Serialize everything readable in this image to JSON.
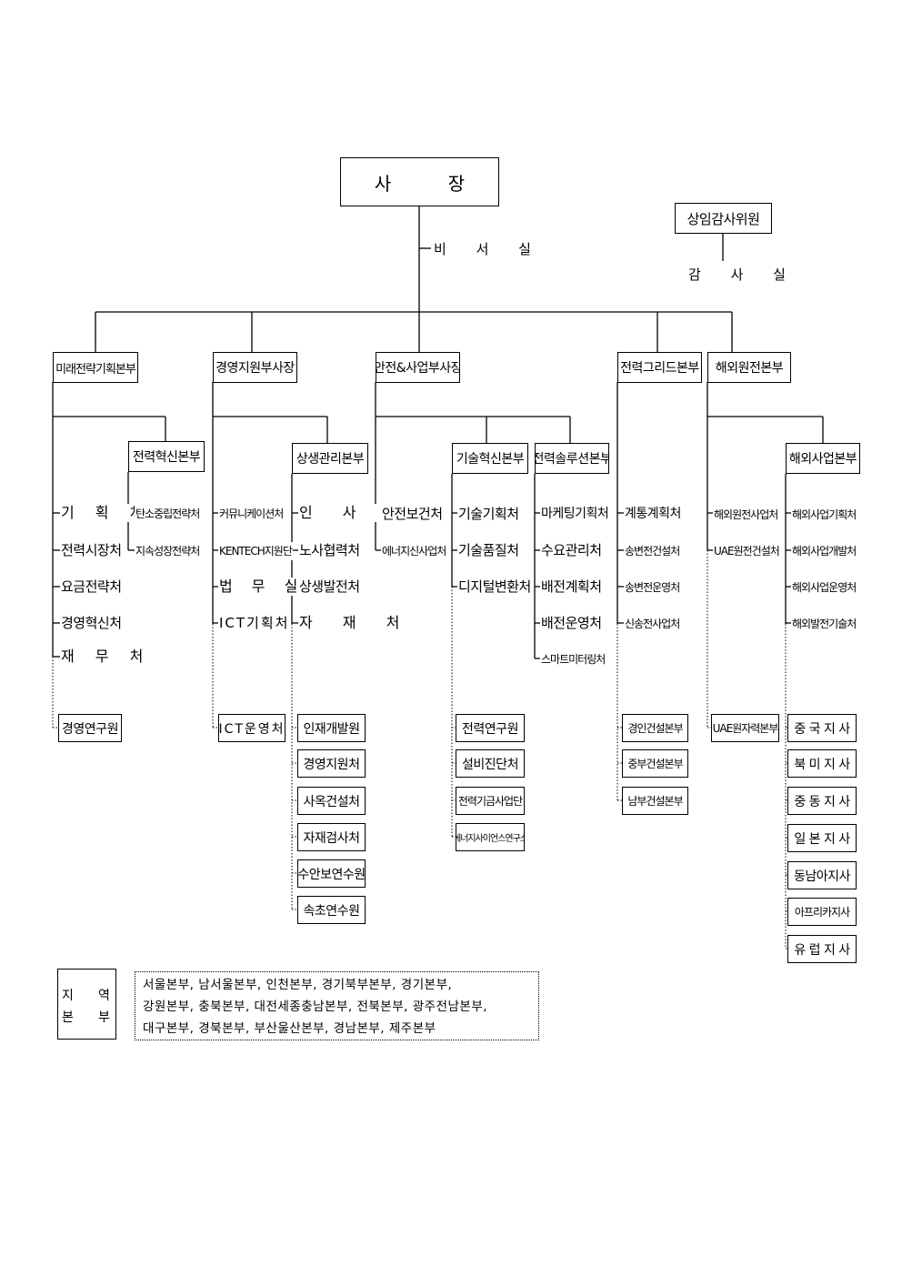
{
  "org": {
    "ceo": "사 장",
    "auditor_committee": "상임감사위원",
    "audit_office": "감 사 실",
    "secretary": "비 서 실",
    "hq": [
      {
        "name": "미래전략기획본부",
        "direct": [
          "기 획 처",
          "전력시장처",
          "요금전략처",
          "경영혁신처",
          "재 무 처"
        ],
        "sub_hq": "전력혁신본부",
        "sub_items": [
          "탄소중립전략처",
          "지속성장전략처"
        ],
        "institute": "경영연구원"
      },
      {
        "name": "경영지원부사장",
        "direct": [
          "커뮤니케이션처",
          "KENTECH지원단",
          "법 무 실",
          "ICT기획처"
        ],
        "sub_hq": "상생관리본부",
        "sub_items": [
          "인 사 처",
          "노사협력처",
          "상생발전처",
          "자 재 처"
        ],
        "institute": "ICT운영처",
        "boxes": [
          "인재개발원",
          "경영지원처",
          "사옥건설처",
          "자재검사처",
          "수안보연수원",
          "속초연수원"
        ]
      },
      {
        "name": "안전&사업부사장",
        "direct": [
          "안전보건처",
          "에너지신사업처"
        ],
        "sub_hq": "기술혁신본부",
        "sub_items": [
          "기술기획처",
          "기술품질처",
          "디지털변환처"
        ],
        "boxes": [
          "전력연구원",
          "설비진단처",
          "전력기금사업단",
          "에너지사이언스연구소"
        ],
        "sub_hq2": "전력솔루션본부",
        "sub_items2": [
          "마케팅기획처",
          "수요관리처",
          "배전계획처",
          "배전운영처",
          "스마트미터링처"
        ]
      },
      {
        "name": "전력그리드본부",
        "direct": [
          "계통계획처",
          "송변전건설처",
          "송변전운영처",
          "신송전사업처"
        ],
        "boxes": [
          "경인건설본부",
          "중부건설본부",
          "남부건설본부"
        ]
      },
      {
        "name": "해외원전본부",
        "direct": [
          "해외원전사업처",
          "UAE원전건설처"
        ],
        "boxes": [
          "UAE원자력본부"
        ],
        "sub_hq": "해외사업본부",
        "sub_items": [
          "해외사업기획처",
          "해외사업개발처",
          "해외사업운영처",
          "해외발전기술처"
        ],
        "branches": [
          "중 국 지 사",
          "북 미 지 사",
          "중 동 지 사",
          "일 본 지 사",
          "동남아지사",
          "아프리카지사",
          "유 럽 지 사"
        ]
      }
    ]
  },
  "region": {
    "title_a": "지",
    "title_b": "역",
    "title_c": "본",
    "title_d": "부",
    "lines": [
      "서울본부,  남서울본부,  인천본부,  경기북부본부,  경기본부,",
      "강원본부,  충북본부,  대전세종충남본부,  전북본부,  광주전남본부,",
      "대구본부,  경북본부,  부산울산본부,  경남본부,  제주본부"
    ]
  }
}
